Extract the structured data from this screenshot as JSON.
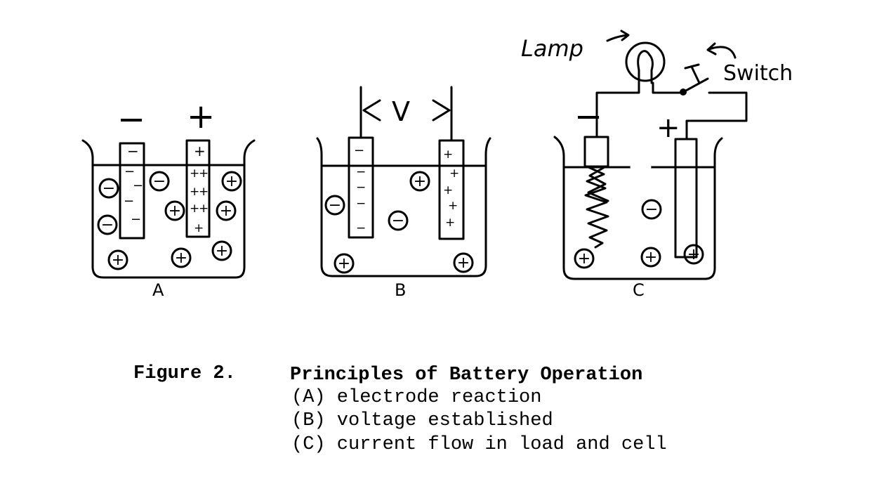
{
  "panels": {
    "a": {
      "label": "A",
      "neg_sign": "−",
      "pos_sign": "+",
      "neg_charge": "−",
      "pos_charge": "+",
      "ion_neg": "−",
      "ion_pos": "+"
    },
    "b": {
      "label": "B",
      "voltage_symbol": "V",
      "neg_charge": "−",
      "pos_charge": "+",
      "ion_neg": "−",
      "ion_pos": "+"
    },
    "c": {
      "label": "C",
      "neg_sign": "−",
      "pos_sign": "+",
      "lamp_label": "Lamp",
      "switch_label": "Switch",
      "ion_neg": "−",
      "ion_pos": "+"
    }
  },
  "caption": {
    "figure_label": "Figure 2.",
    "title": "Principles of Battery Operation",
    "items": [
      "(A) electrode reaction",
      "(B) voltage established",
      "(C) current flow in load and cell"
    ]
  },
  "colors": {
    "ink": "#000000",
    "background": "#ffffff"
  }
}
